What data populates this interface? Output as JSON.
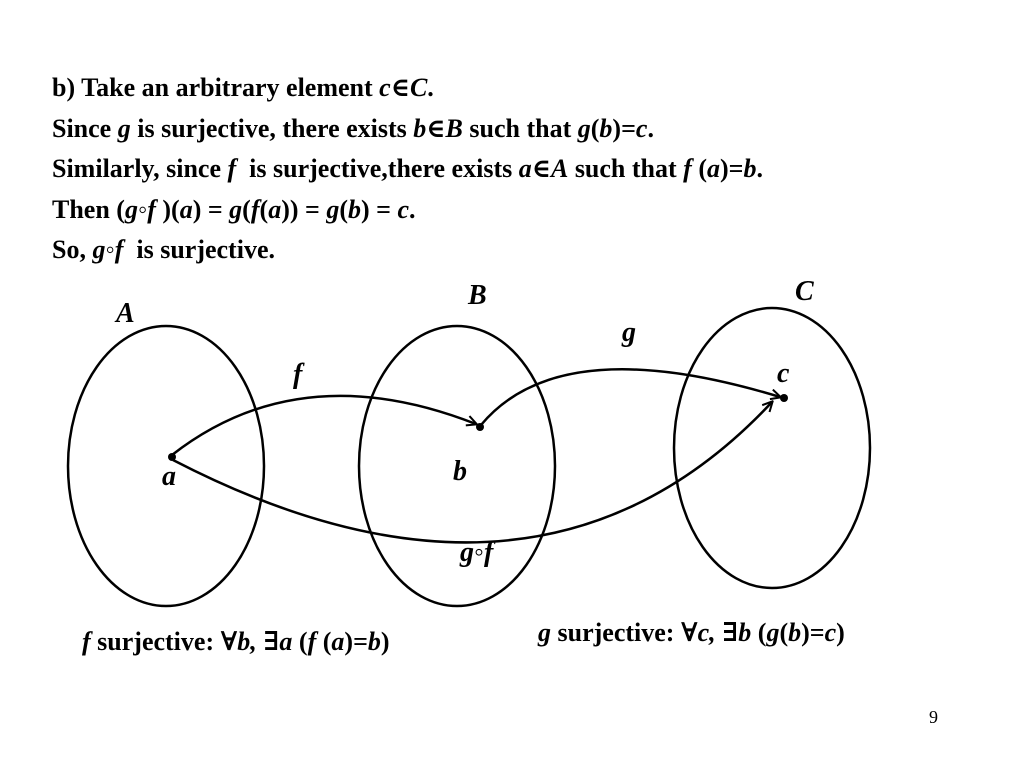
{
  "proof": {
    "line1": {
      "t1": "b) Take an arbitrary element ",
      "t2": "c",
      "t3": "∈",
      "t4": "C",
      "t5": "."
    },
    "line2": {
      "t1": "Since ",
      "t2": "g",
      "t3": " is surjective, there exists ",
      "t4": "b",
      "t5": "∈",
      "t6": "B",
      "t7": " such that ",
      "t8": "g",
      "t9": "(",
      "t10": "b",
      "t11": ")=",
      "t12": "c",
      "t13": "."
    },
    "line3": {
      "t1": "Similarly, since ",
      "t2": "f",
      "t3": "  is surjective,there exists ",
      "t4": "a",
      "t5": "∈",
      "t6": "A",
      "t7": " such that ",
      "t8": "f",
      "t9": " (",
      "t10": "a",
      "t11": ")=",
      "t12": "b",
      "t13": "."
    },
    "line4": {
      "t1": "Then (",
      "t2": "g",
      "t3": "◦",
      "t4": "f",
      "t5": " )(",
      "t6": "a",
      "t7": ") = ",
      "t8": "g",
      "t9": "(",
      "t10": "f",
      "t11": "(",
      "t12": "a",
      "t13": ")) = ",
      "t14": "g",
      "t15": "(",
      "t16": "b",
      "t17": ") = ",
      "t18": "c",
      "t19": "."
    },
    "line5": {
      "t1": "So, ",
      "t2": "g",
      "t3": "◦",
      "t4": "f",
      "t5": "  is surjective."
    }
  },
  "diagram": {
    "sets": {
      "A": "A",
      "B": "B",
      "C": "C"
    },
    "elements": {
      "a": "a",
      "b": "b",
      "c": "c"
    },
    "maps": {
      "f": "f",
      "g": "g",
      "gof": {
        "g": "g",
        "o": "◦",
        "f": "f"
      }
    }
  },
  "captions": {
    "f_surj": {
      "t1": "f",
      "t2": " surjective: ",
      "t3": "∀",
      "t4": "b",
      "t5": ", ",
      "t6": "∃",
      "t7": "a",
      "t8": " (",
      "t9": "f",
      "t10": " (",
      "t11": "a",
      "t12": ")=",
      "t13": "b",
      "t14": ")"
    },
    "g_surj": {
      "t1": "g",
      "t2": " surjective: ",
      "t3": "∀",
      "t4": "c",
      "t5": ", ",
      "t6": "∃",
      "t7": "b",
      "t8": " (",
      "t9": "g",
      "t10": "(",
      "t11": "b",
      "t12": ")=",
      "t13": "c",
      "t14": ")"
    }
  },
  "page_number": "9"
}
